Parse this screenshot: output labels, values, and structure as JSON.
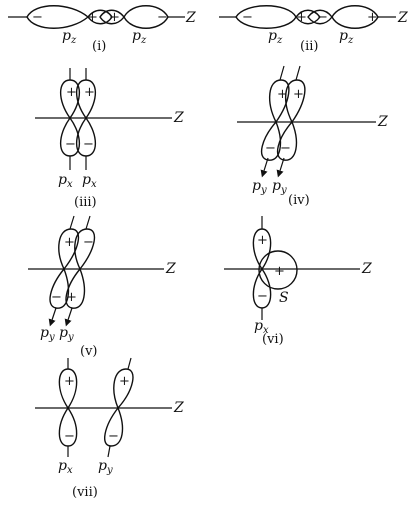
{
  "axis_label": "Z",
  "s_label": "S",
  "panels": [
    {
      "caption": "(i)",
      "left": "pz",
      "right": "pz",
      "signs": [
        "−",
        "+",
        "+",
        "−"
      ]
    },
    {
      "caption": "(ii)",
      "left": "pz",
      "right": "pz",
      "signs": [
        "−",
        "+",
        "−",
        "+"
      ]
    },
    {
      "caption": "(iii)",
      "left": "px",
      "right": "px",
      "signs": [
        "+",
        "+",
        "−",
        "−"
      ]
    },
    {
      "caption": "(iv)",
      "left": "py",
      "right": "py",
      "signs": [
        "+",
        "+",
        "−",
        "−"
      ]
    },
    {
      "caption": "(v)",
      "left": "py",
      "right": "py",
      "signs": [
        "+",
        "−",
        "−",
        "+"
      ]
    },
    {
      "caption": "(vi)",
      "left": "px",
      "right": "",
      "signs": [
        "+",
        "+",
        "−"
      ]
    },
    {
      "caption": "(vii)",
      "left": "px",
      "right": "py",
      "signs": [
        "+",
        "+",
        "−",
        "−"
      ]
    }
  ]
}
